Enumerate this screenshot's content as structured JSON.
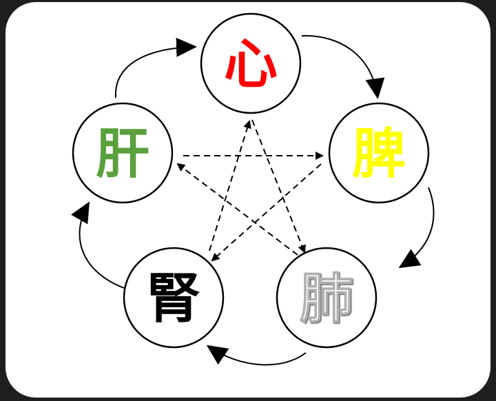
{
  "diagram": {
    "nodes": [
      {
        "id": "heart",
        "label": "心",
        "color": "#ff0000"
      },
      {
        "id": "spleen",
        "label": "脾",
        "color": "#ffff00"
      },
      {
        "id": "lung",
        "label": "肺",
        "color": "#ffffff"
      },
      {
        "id": "kidney",
        "label": "腎",
        "color": "#000000"
      },
      {
        "id": "liver",
        "label": "肝",
        "color": "#5aa03c"
      }
    ],
    "generating_cycle": [
      "heart",
      "spleen",
      "lung",
      "kidney",
      "liver"
    ],
    "controlling_cycle": [
      [
        "heart",
        "lung"
      ],
      [
        "lung",
        "liver"
      ],
      [
        "liver",
        "spleen"
      ],
      [
        "spleen",
        "kidney"
      ],
      [
        "kidney",
        "heart"
      ]
    ]
  }
}
